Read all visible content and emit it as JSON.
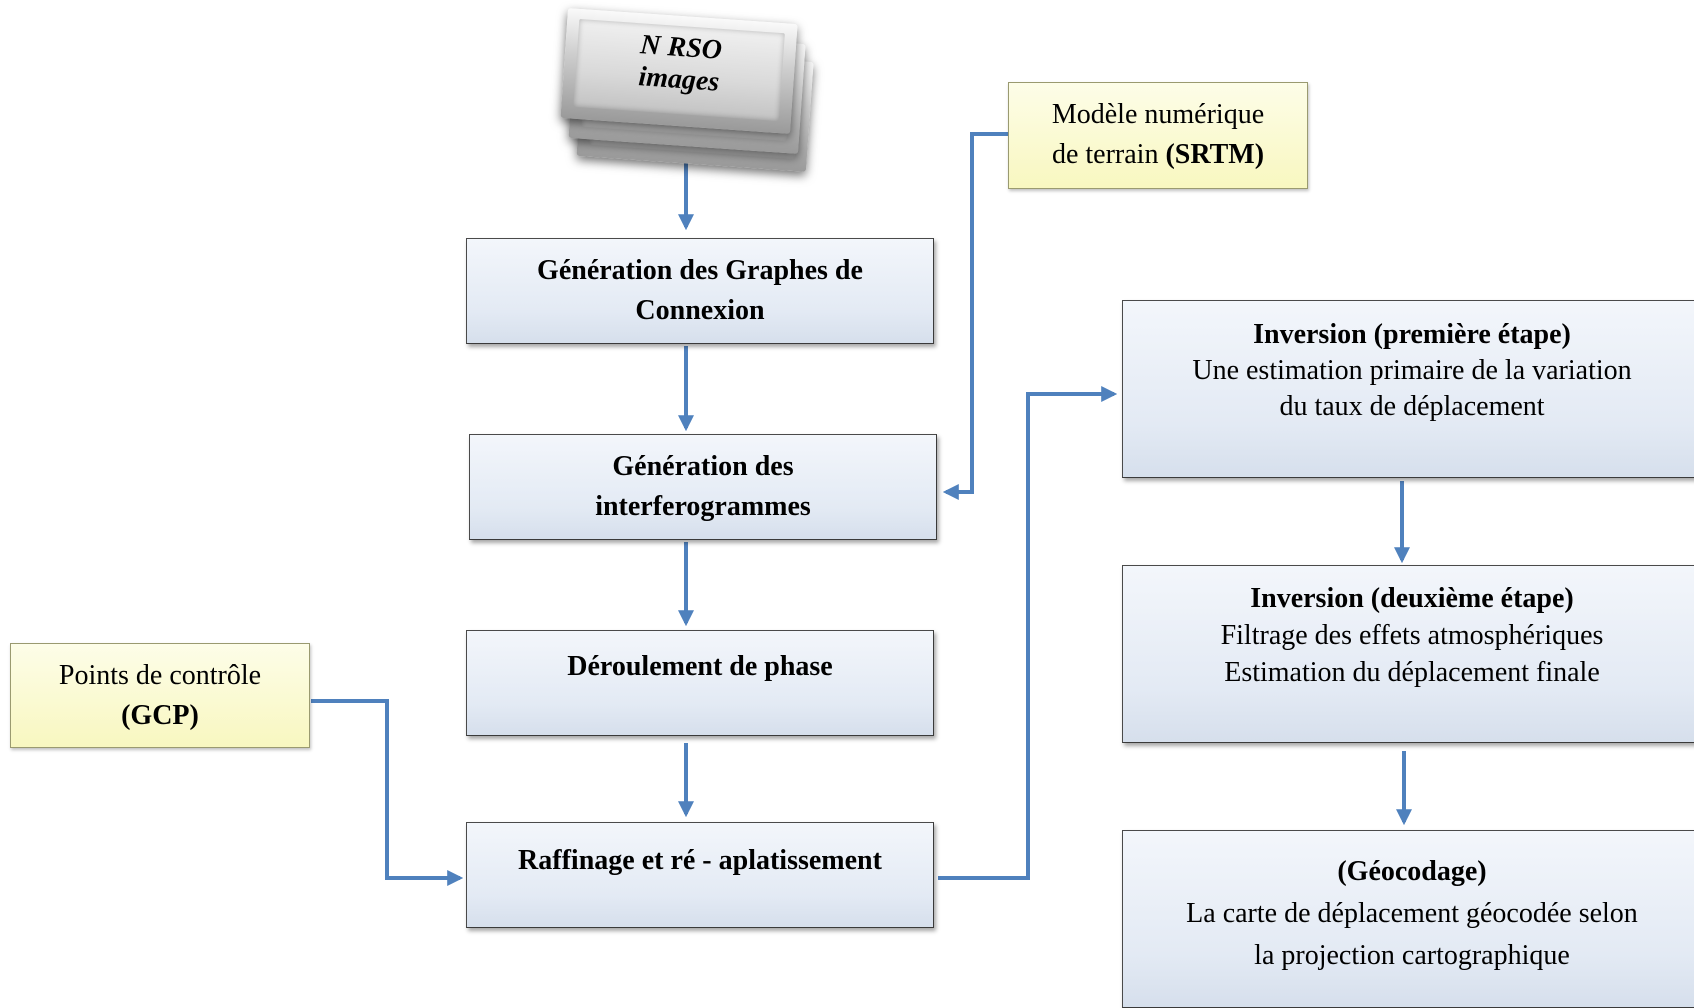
{
  "source": {
    "line1": "N RSO",
    "line2": "images"
  },
  "steps": {
    "graph_gen": {
      "line1": "Génération des Graphes de",
      "line2": "Connexion"
    },
    "interfero": {
      "line1": "Génération des",
      "line2": "interferogrammes"
    },
    "unwrap": {
      "line1": "Déroulement de phase"
    },
    "refine": {
      "line1": "Raffinage et ré - aplatissement"
    }
  },
  "inputs": {
    "dem": {
      "line1": "Modèle numérique",
      "line2_plain": "de terrain ",
      "line2_bold": "(SRTM)"
    },
    "gcp": {
      "line1": "Points de contrôle",
      "line2_bold": "(GCP)"
    }
  },
  "inversion1": {
    "title": "Inversion (première étape)",
    "line1": "Une estimation primaire de la variation",
    "line2": "du taux de déplacement"
  },
  "inversion2": {
    "title": "Inversion (deuxième étape)",
    "line1": "Filtrage des effets atmosphériques",
    "line2": "Estimation du déplacement finale"
  },
  "geocoding": {
    "title": "(Géocodage)",
    "line1": "La carte de déplacement géocodée selon",
    "line2": "la projection cartographique"
  },
  "colors": {
    "arrow": "#4f81bd",
    "box_fill": "#e3eaf4",
    "input_fill": "#f8f7c0"
  }
}
